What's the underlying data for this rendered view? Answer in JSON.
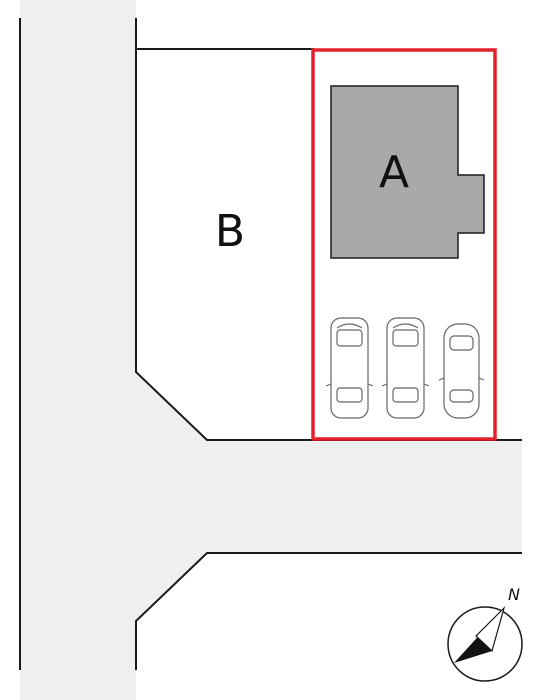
{
  "lots": {
    "a": {
      "label": "A"
    },
    "b": {
      "label": "B"
    }
  },
  "compass": {
    "north_label": "N"
  },
  "colors": {
    "road": "#efefef",
    "line": "#1a1a1a",
    "building": "#a9a9a9",
    "highlight": "#e3202b"
  },
  "parking": {
    "cars": [
      {
        "name": "car-1"
      },
      {
        "name": "car-2"
      },
      {
        "name": "car-3"
      }
    ]
  }
}
